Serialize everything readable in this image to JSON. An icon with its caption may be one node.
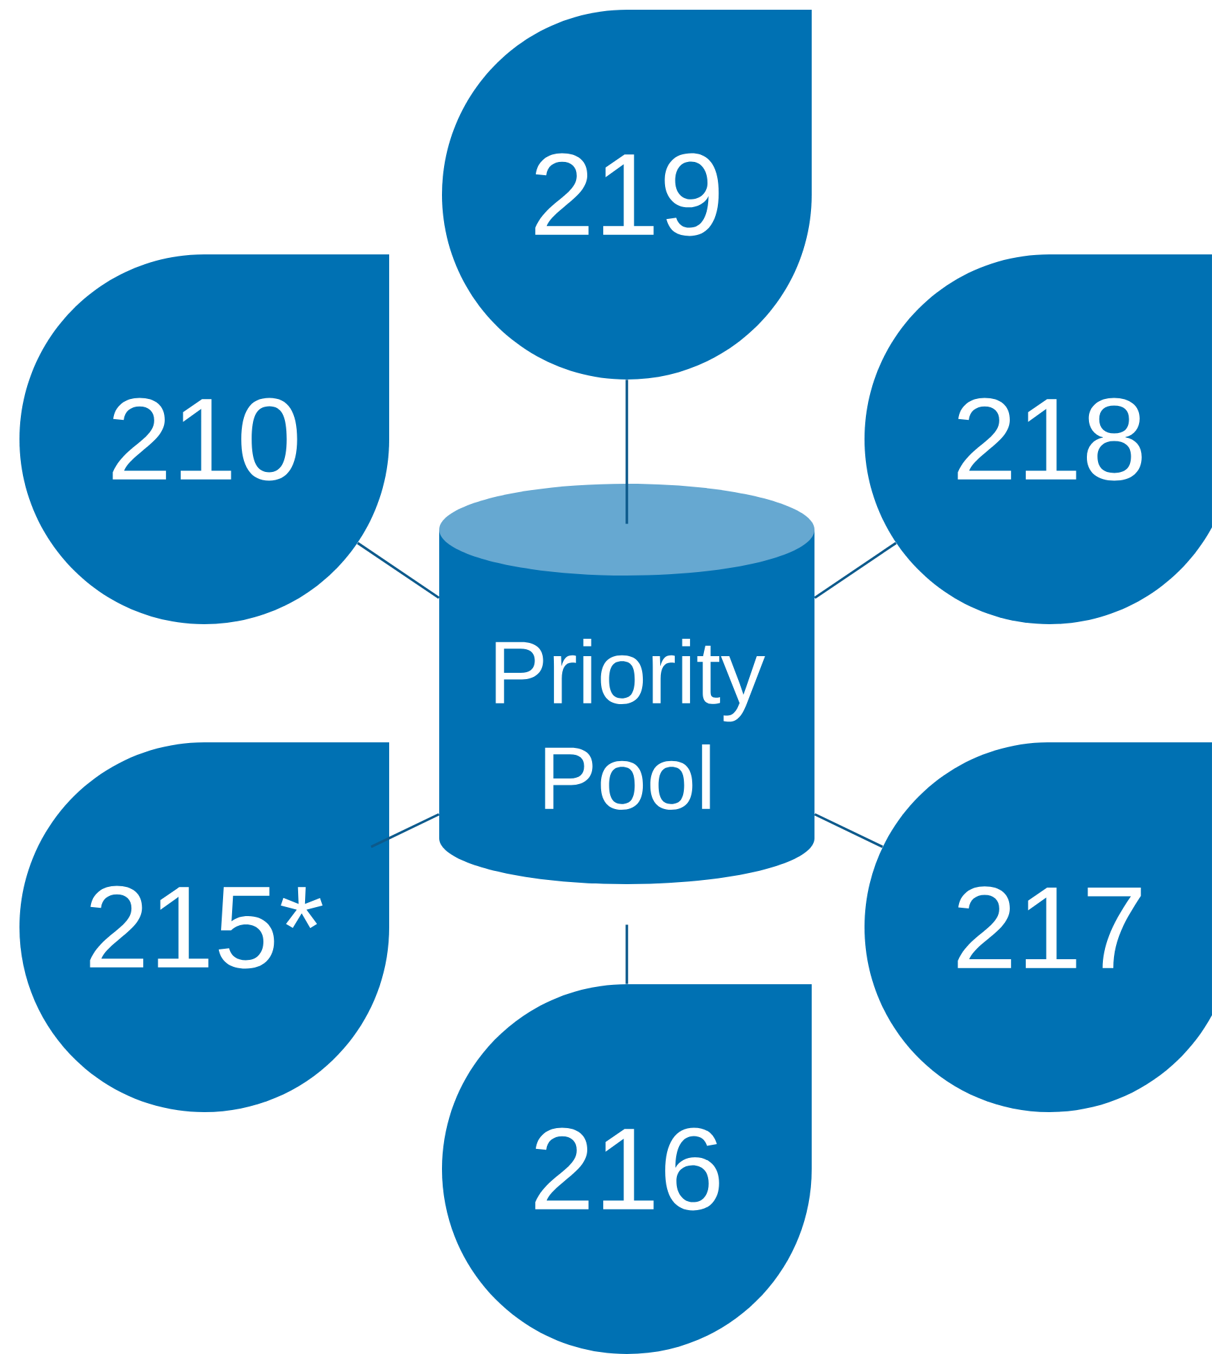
{
  "diagram": {
    "nodes": [
      {
        "text": [
          "219"
        ]
      },
      {
        "text": [
          "210"
        ]
      },
      {
        "text": [
          "218"
        ]
      },
      {
        "text": [
          "Priority Pool"
        ]
      },
      {
        "text": [
          "215*"
        ]
      },
      {
        "text": [
          "217"
        ]
      },
      {
        "text": [
          "216"
        ]
      }
    ],
    "edges": [
      {
        "from": 0,
        "to": 3,
        "arrow": "none"
      },
      {
        "from": 1,
        "to": 3,
        "arrow": "none"
      },
      {
        "from": 2,
        "to": 3,
        "arrow": "none"
      },
      {
        "from": 4,
        "to": 3,
        "arrow": "none"
      },
      {
        "from": 5,
        "to": 3,
        "arrow": "none"
      },
      {
        "from": 6,
        "to": 3,
        "arrow": "none"
      }
    ]
  }
}
